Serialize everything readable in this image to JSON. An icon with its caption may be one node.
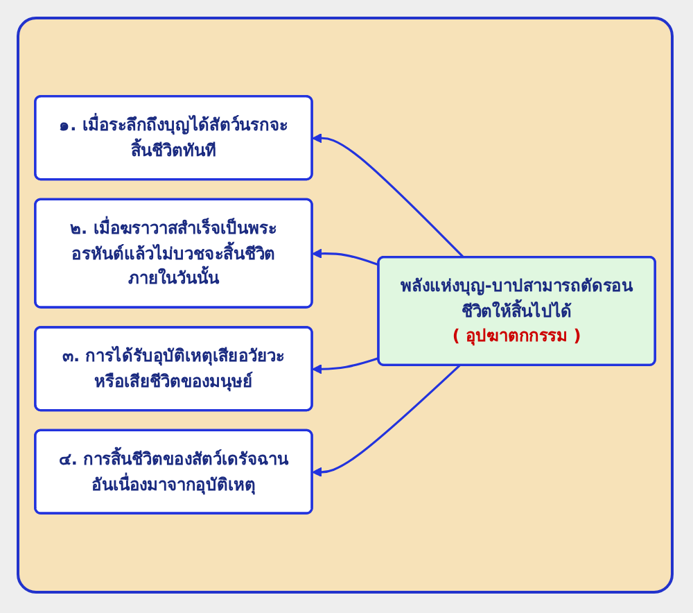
{
  "diagram": {
    "nodes": [
      {
        "text": [
          "พลังแห่งบุญ-บาปสามารถตัดรอนชีวิตให้สิ้นไปได้",
          "( อุปฆาตกกรรม )"
        ]
      },
      {
        "text": [
          "๑. เมื่อระลึกถึงบุญได้สัตว์นรกจะสิ้นชีวิตทันที"
        ]
      },
      {
        "text": [
          "๒. เมื่อฆราวาสสำเร็จเป็นพระอรหันต์แล้วไม่บวชจะสิ้นชีวิตภายในวันนั้น"
        ]
      },
      {
        "text": [
          "๓. การได้รับอุบัติเหตุเสียอวัยวะหรือเสียชีวิตของมนุษย์"
        ]
      },
      {
        "text": [
          "๔. การสิ้นชีวิตของสัตว์เดรัจฉานอันเนื่องมาจากอุบัติเหตุ"
        ]
      }
    ],
    "edges": [
      {
        "from": 0,
        "to": 1,
        "arrow": "to"
      },
      {
        "from": 0,
        "to": 2,
        "arrow": "to"
      },
      {
        "from": 0,
        "to": 3,
        "arrow": "to"
      },
      {
        "from": 0,
        "to": 4,
        "arrow": "to"
      }
    ]
  }
}
